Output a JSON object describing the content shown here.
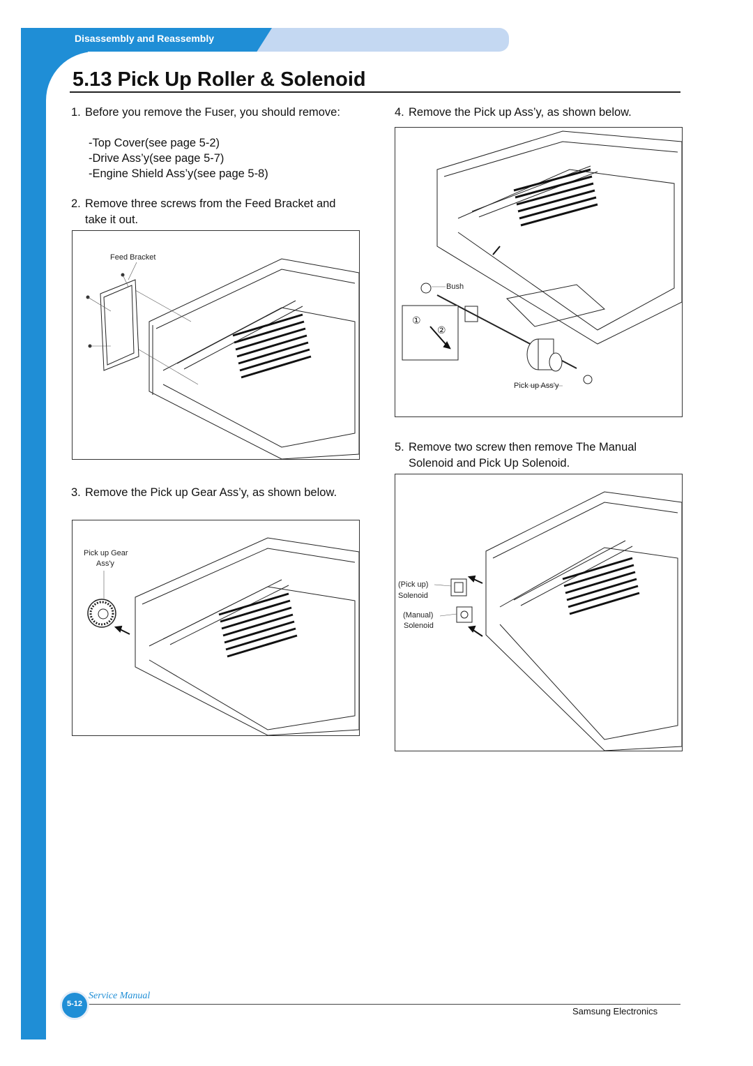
{
  "header": {
    "section": "Disassembly and Reassembly"
  },
  "page_title": "5.13 Pick Up Roller & Solenoid",
  "steps": [
    {
      "num": "1.",
      "text": "Before you remove the Fuser, you should remove:",
      "items": [
        "-Top Cover(see page 5-2)",
        "-Drive Ass’y(see page 5-7)",
        "-Engine Shield Ass’y(see page 5-8)"
      ]
    },
    {
      "num": "2.",
      "text": "Remove three screws from the Feed Bracket and take it out."
    },
    {
      "num": "3.",
      "text": "Remove the Pick up Gear Ass’y, as shown below."
    },
    {
      "num": "4.",
      "text": "Remove the Pick up Ass’y, as shown below."
    },
    {
      "num": "5.",
      "text": "Remove two screw then remove The Manual Solenoid  and Pick Up Solenoid."
    }
  ],
  "figures": {
    "feed_bracket": {
      "label": "Feed Bracket"
    },
    "pickup_gear": {
      "label_line1": "Pick up Gear",
      "label_line2": "Ass'y"
    },
    "pickup_assy": {
      "bush": "Bush",
      "assy": "Pick up Ass'y",
      "mark1": "①",
      "mark2": "②"
    },
    "solenoid": {
      "pickup_line1": "(Pick up)",
      "pickup_line2": "Solenoid",
      "manual_line1": "(Manual)",
      "manual_line2": "Solenoid"
    }
  },
  "footer": {
    "manual": "Service Manual",
    "page": "5-12",
    "company": "Samsung Electronics"
  },
  "colors": {
    "accent": "#1f8ed6",
    "tab": "#c4d8f2"
  }
}
